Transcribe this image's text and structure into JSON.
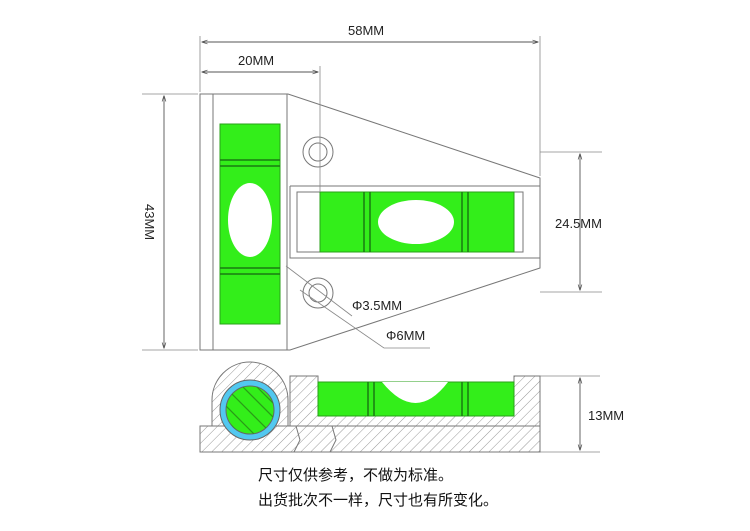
{
  "dimensions": {
    "overall_width": "58MM",
    "slot_width": "20MM",
    "height": "43MM",
    "vial_spacing": "24.5MM",
    "small_hole": "Φ3.5MM",
    "large_hole": "Φ6MM",
    "thickness": "13MM"
  },
  "notes": {
    "line1": "尺寸仅供参考，不做为标准。",
    "line2": "出货批次不一样，尺寸也有所变化。"
  },
  "colors": {
    "vial_green": "#33ee1a",
    "ring_blue": "#52c8f0",
    "line": "#777777",
    "hatch": "#999999"
  }
}
